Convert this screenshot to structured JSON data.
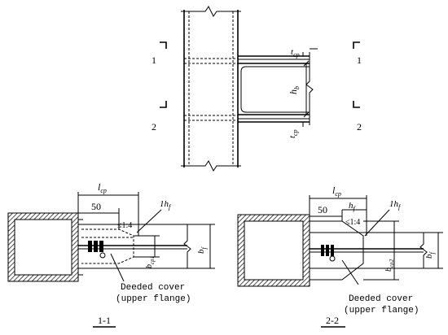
{
  "elevation": {
    "cut_label_1": "1",
    "cut_label_2": "2",
    "t_cp_top": "t",
    "t_cp_top_sub": "cp",
    "h_b": "h",
    "h_b_sub": "b",
    "t_cp_bot": "t",
    "t_cp_bot_sub": "cp"
  },
  "section_1": {
    "l_cp": "l",
    "l_cp_sub": "cp",
    "dim_50": "50",
    "slope": "≤1:4",
    "one_hf": "1h",
    "one_hf_sub": "f",
    "b_cp1": "b",
    "b_cp1_sub": "cp1",
    "b_f": "b",
    "b_f_sub": "f",
    "note_line1": "Deeded cover",
    "note_line2": "(upper flange)",
    "caption": "1-1"
  },
  "section_2": {
    "l_cp": "l",
    "l_cp_sub": "cp",
    "dim_50": "50",
    "h_f": "h",
    "h_f_sub": "f",
    "slope": "≤1:4",
    "one_hf": "1h",
    "one_hf_sub": "f",
    "b_cp2": "b",
    "b_cp2_sub": "cp2",
    "b_f": "b",
    "b_f_sub": "f",
    "note_line1": "Deeded cover",
    "note_line2": "(upper flange)",
    "caption": "2-2"
  }
}
